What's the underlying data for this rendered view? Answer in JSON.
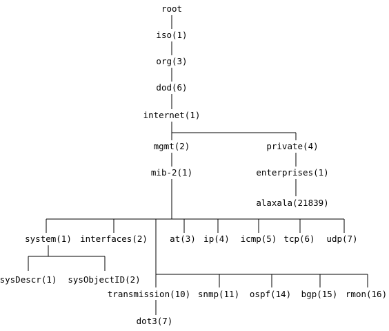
{
  "nodes": {
    "root": "root",
    "iso": "iso(1)",
    "org": "org(3)",
    "dod": "dod(6)",
    "internet": "internet(1)",
    "mgmt": "mgmt(2)",
    "private": "private(4)",
    "mib2": "mib-2(1)",
    "enterprises": "enterprises(1)",
    "alaxala": "alaxala(21839)",
    "system": "system(1)",
    "interfaces": "interfaces(2)",
    "at": "at(3)",
    "ip": "ip(4)",
    "icmp": "icmp(5)",
    "tcp": "tcp(6)",
    "udp": "udp(7)",
    "sysDescr": "sysDescr(1)",
    "sysObjectID": "sysObjectID(2)",
    "transmission": "transmission(10)",
    "snmp": "snmp(11)",
    "ospf": "ospf(14)",
    "bgp": "bgp(15)",
    "rmon": "rmon(16)",
    "dot3": "dot3(7)"
  }
}
